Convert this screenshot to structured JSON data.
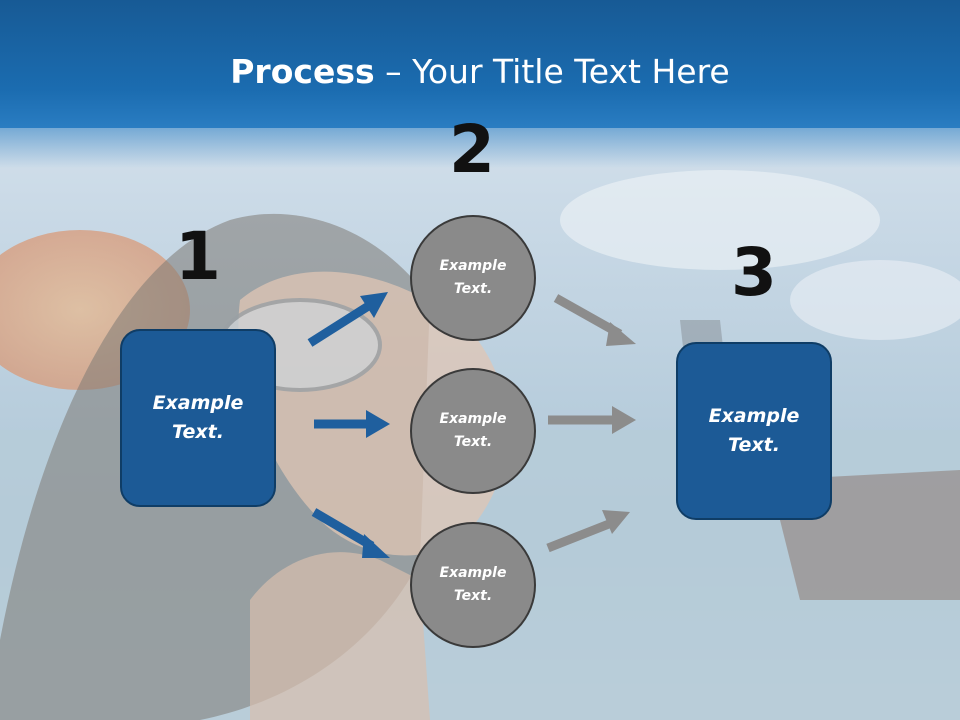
{
  "slide": {
    "title_bold": "Process",
    "title_rest": " – Your Title Text Here"
  },
  "steps": [
    {
      "number": "1",
      "label": "Example\nText."
    },
    {
      "number": "2",
      "items": [
        {
          "label": "Example\nText."
        },
        {
          "label": "Example\nText."
        },
        {
          "label": "Example\nText."
        }
      ]
    },
    {
      "number": "3",
      "label": "Example\nText."
    }
  ],
  "colors": {
    "title_bar": "#1b6cb0",
    "box_fill": "#1c5a96",
    "circle_fill": "#8a8a8a",
    "arrow_blue": "#1f5f9e",
    "arrow_gray": "#8c8c8c"
  }
}
